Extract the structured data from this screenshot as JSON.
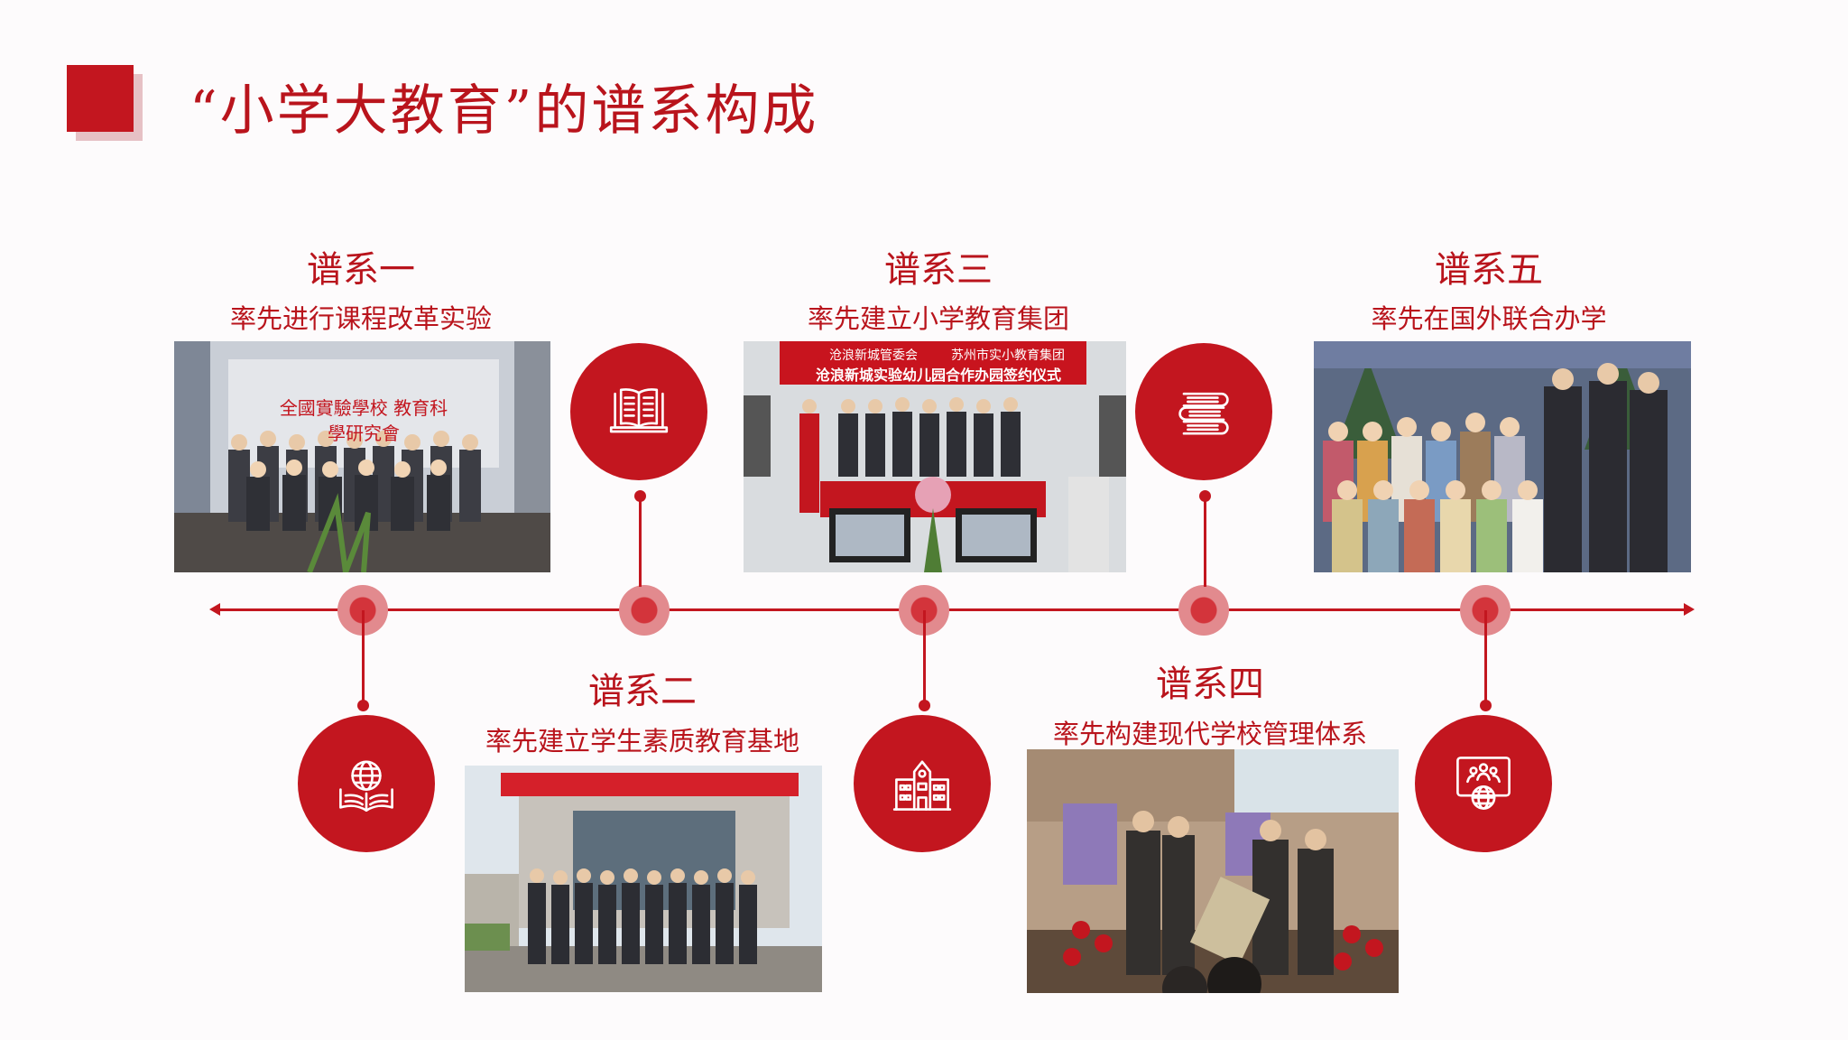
{
  "page": {
    "title": "“小学大教育”的谱系构成"
  },
  "phases": [
    {
      "title": "谱系一",
      "subtitle": "率先进行课程改革实验",
      "icon": "book-globe-icon"
    },
    {
      "title": "谱系二",
      "subtitle": "率先建立学生素质教育基地",
      "icon": "open-book-icon"
    },
    {
      "title": "谱系三",
      "subtitle": "率先建立小学教育集团",
      "icon": "school-building-icon"
    },
    {
      "title": "谱系四",
      "subtitle": "率先构建现代学校管理体系",
      "icon": "book-stack-icon"
    },
    {
      "title": "谱系五",
      "subtitle": "率先在国外联合办学",
      "icon": "global-people-icon"
    }
  ],
  "photos": {
    "photo1": {
      "banner": "全國實驗學校 教育科學研究會"
    },
    "photo2": {
      "banner": ""
    },
    "photo3": {
      "banner_left": "沧浪新城管委会",
      "banner_right": "苏州市实小教育集团",
      "banner_main": "沧浪新城实验幼儿园合作办园签约仪式"
    }
  },
  "colors": {
    "accent": "#c3161f",
    "node_light": "#e28a8e",
    "node_dark": "#d3343b",
    "background": "#fdfbfc"
  }
}
